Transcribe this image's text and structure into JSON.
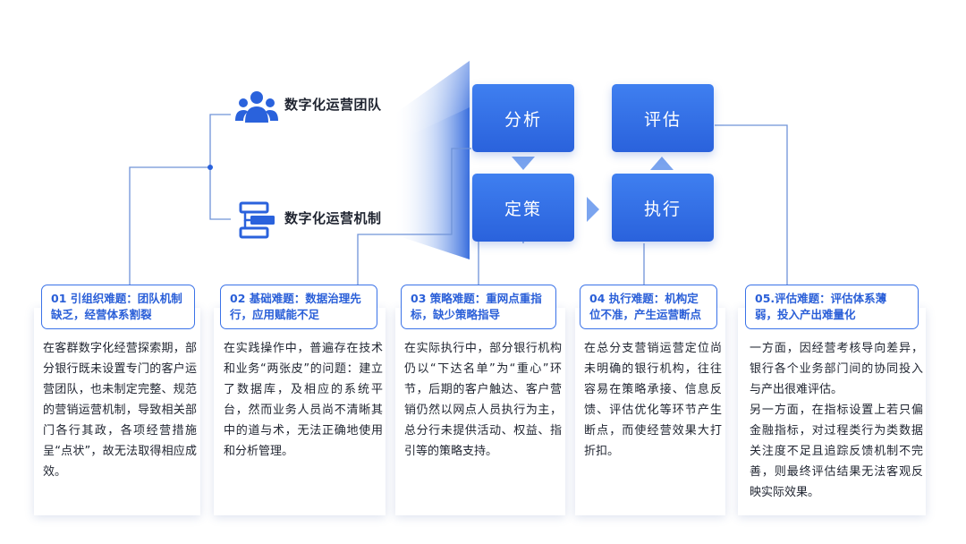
{
  "legend": {
    "team_label": "数字化运营团队",
    "team_icon": "people-icon",
    "mech_label": "数字化运营机制",
    "mech_icon": "process-flow-icon"
  },
  "process": {
    "analyze": "分析",
    "decide": "定策",
    "evaluate": "评估",
    "execute": "执行"
  },
  "colors": {
    "primary": "#2a62dc",
    "title_text": "#2a5fd8",
    "line": "#6f93d8"
  },
  "cards": [
    {
      "title": "01 引组织难题：团队机制缺乏，经营体系割裂",
      "body": [
        "在客群数字化经营探索期，部分银行既未设置专门的客户运营团队，也未制定完整、规范的营销运营机制，导致相关部门各行其政，各项经营措施呈“点状”，故无法取得相应成效。"
      ]
    },
    {
      "title": "02 基础难题：数据治理先行，应用赋能不足",
      "body": [
        "在实践操作中，普遍存在技术和业务“两张皮”的问题：建立了数据库，及相应的系统平台，然而业务人员尚不清晰其中的道与术，无法正确地使用和分析管理。"
      ]
    },
    {
      "title": "03 策略难题：重网点重指标，缺少策略指导",
      "body": [
        "在实际执行中，部分银行机构仍以“下达名单”为“重心”环节，后期的客户触达、客户营销仍然以网点人员执行为主，总分行未提供活动、权益、指引等的策略支持。"
      ]
    },
    {
      "title": "04 执行难题：机构定位不准，产生运营断点",
      "body": [
        "在总分支营销运营定位尚未明确的银行机构，往往容易在策略承接、信息反馈、评估优化等环节产生断点，而使经营效果大打折扣。"
      ]
    },
    {
      "title": "05.评估难题：评估体系薄弱，投入产出难量化",
      "body": [
        "一方面，因经营考核导向差异，银行各个业务部门间的协同投入与产出很难评估。",
        "另一方面，在指标设置上若只偏金融指标，对过程类行为类数据关注度不足且追踪反馈机制不完善，则最终评估结果无法客观反映实际效果。"
      ]
    }
  ]
}
